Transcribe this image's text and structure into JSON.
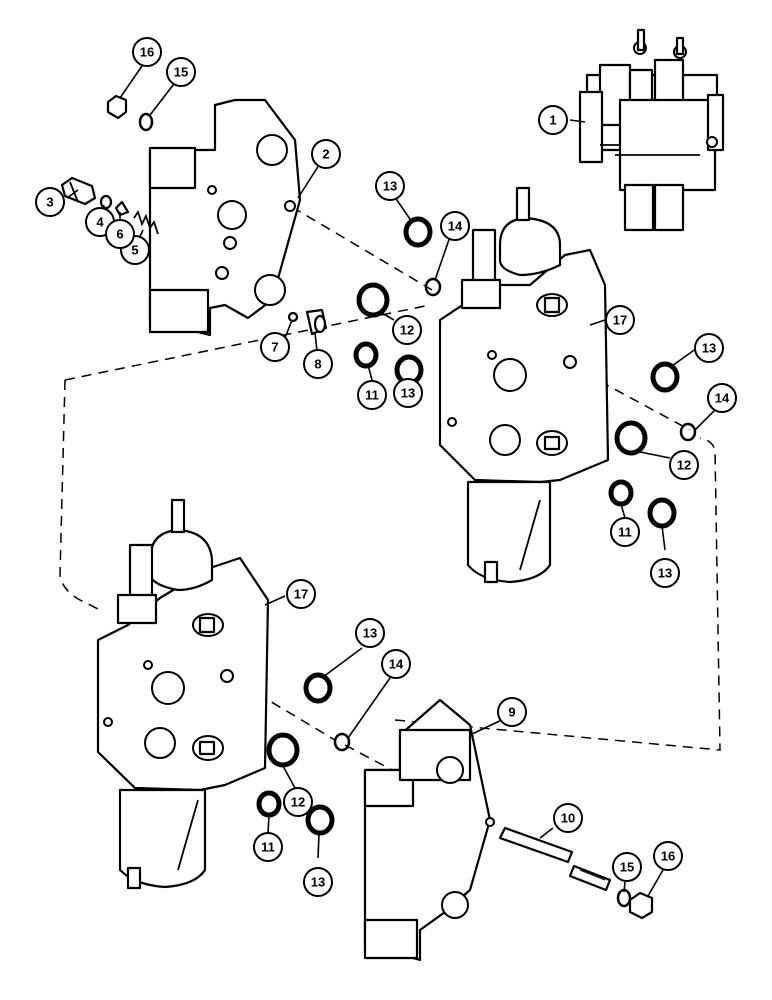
{
  "callouts": [
    {
      "id": "c1",
      "text": "1"
    },
    {
      "id": "c2",
      "text": "2"
    },
    {
      "id": "c3",
      "text": "3"
    },
    {
      "id": "c4",
      "text": "4"
    },
    {
      "id": "c5",
      "text": "5"
    },
    {
      "id": "c6",
      "text": "6"
    },
    {
      "id": "c7",
      "text": "7"
    },
    {
      "id": "c8",
      "text": "8"
    },
    {
      "id": "c9",
      "text": "9"
    },
    {
      "id": "c10",
      "text": "10"
    },
    {
      "id": "c11a",
      "text": "11"
    },
    {
      "id": "c11b",
      "text": "11"
    },
    {
      "id": "c11c",
      "text": "11"
    },
    {
      "id": "c12a",
      "text": "12"
    },
    {
      "id": "c12b",
      "text": "12"
    },
    {
      "id": "c12c",
      "text": "12"
    },
    {
      "id": "c13a",
      "text": "13"
    },
    {
      "id": "c13b",
      "text": "13"
    },
    {
      "id": "c13c",
      "text": "13"
    },
    {
      "id": "c13d",
      "text": "13"
    },
    {
      "id": "c13e",
      "text": "13"
    },
    {
      "id": "c13f",
      "text": "13"
    },
    {
      "id": "c14a",
      "text": "14"
    },
    {
      "id": "c14b",
      "text": "14"
    },
    {
      "id": "c14c",
      "text": "14"
    },
    {
      "id": "c15a",
      "text": "15"
    },
    {
      "id": "c15b",
      "text": "15"
    },
    {
      "id": "c16a",
      "text": "16"
    },
    {
      "id": "c16b",
      "text": "16"
    },
    {
      "id": "c17a",
      "text": "17"
    },
    {
      "id": "c17b",
      "text": "17"
    }
  ]
}
